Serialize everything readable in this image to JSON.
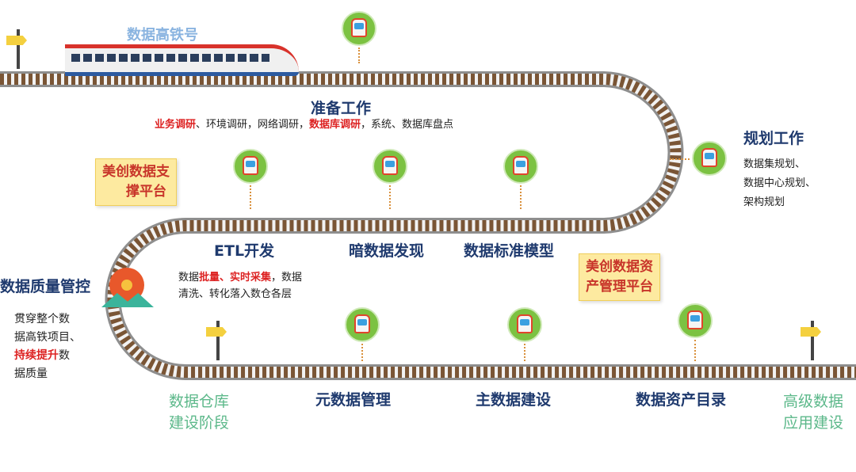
{
  "train_label": "数据高铁号",
  "prep": {
    "title": "准备工作",
    "items": [
      {
        "text": "业务调研",
        "hl": true
      },
      {
        "text": "、环境调研，网络调研，",
        "hl": false
      },
      {
        "text": "数据库调研",
        "hl": true
      },
      {
        "text": "，系统、数据库盘点",
        "hl": false
      }
    ]
  },
  "plan": {
    "title": "规划工作",
    "lines": [
      "数据集规划、",
      "数据中心规划、",
      "架构规划"
    ]
  },
  "etl": {
    "title": "ETL开发",
    "p1": "数据",
    "p2": "批量、实时采集",
    "p3": "，数据",
    "line2": "清洗、转化落入数仓各层"
  },
  "dark": "暗数据发现",
  "std": "数据标准模型",
  "quality": {
    "title": "数据质量管控",
    "l1": "贯穿整个数",
    "l2": "据高铁项目、",
    "l3a": "持续提升",
    "l3b": "数",
    "l4": "据质量"
  },
  "callout1": {
    "l1": "美创数据支",
    "l2": "撑平台"
  },
  "callout2": {
    "l1": "美创数据资",
    "l2": "产管理平台"
  },
  "stage1": {
    "l1": "数据仓库",
    "l2": "建设阶段"
  },
  "meta": "元数据管理",
  "master": "主数据建设",
  "catalog": "数据资产目录",
  "stage2": {
    "l1": "高级数据",
    "l2": "应用建设"
  },
  "colors": {
    "title": "#1f3a6e",
    "highlight": "#dd2222",
    "green": "#5cb88a",
    "pin": "#7cc242"
  }
}
